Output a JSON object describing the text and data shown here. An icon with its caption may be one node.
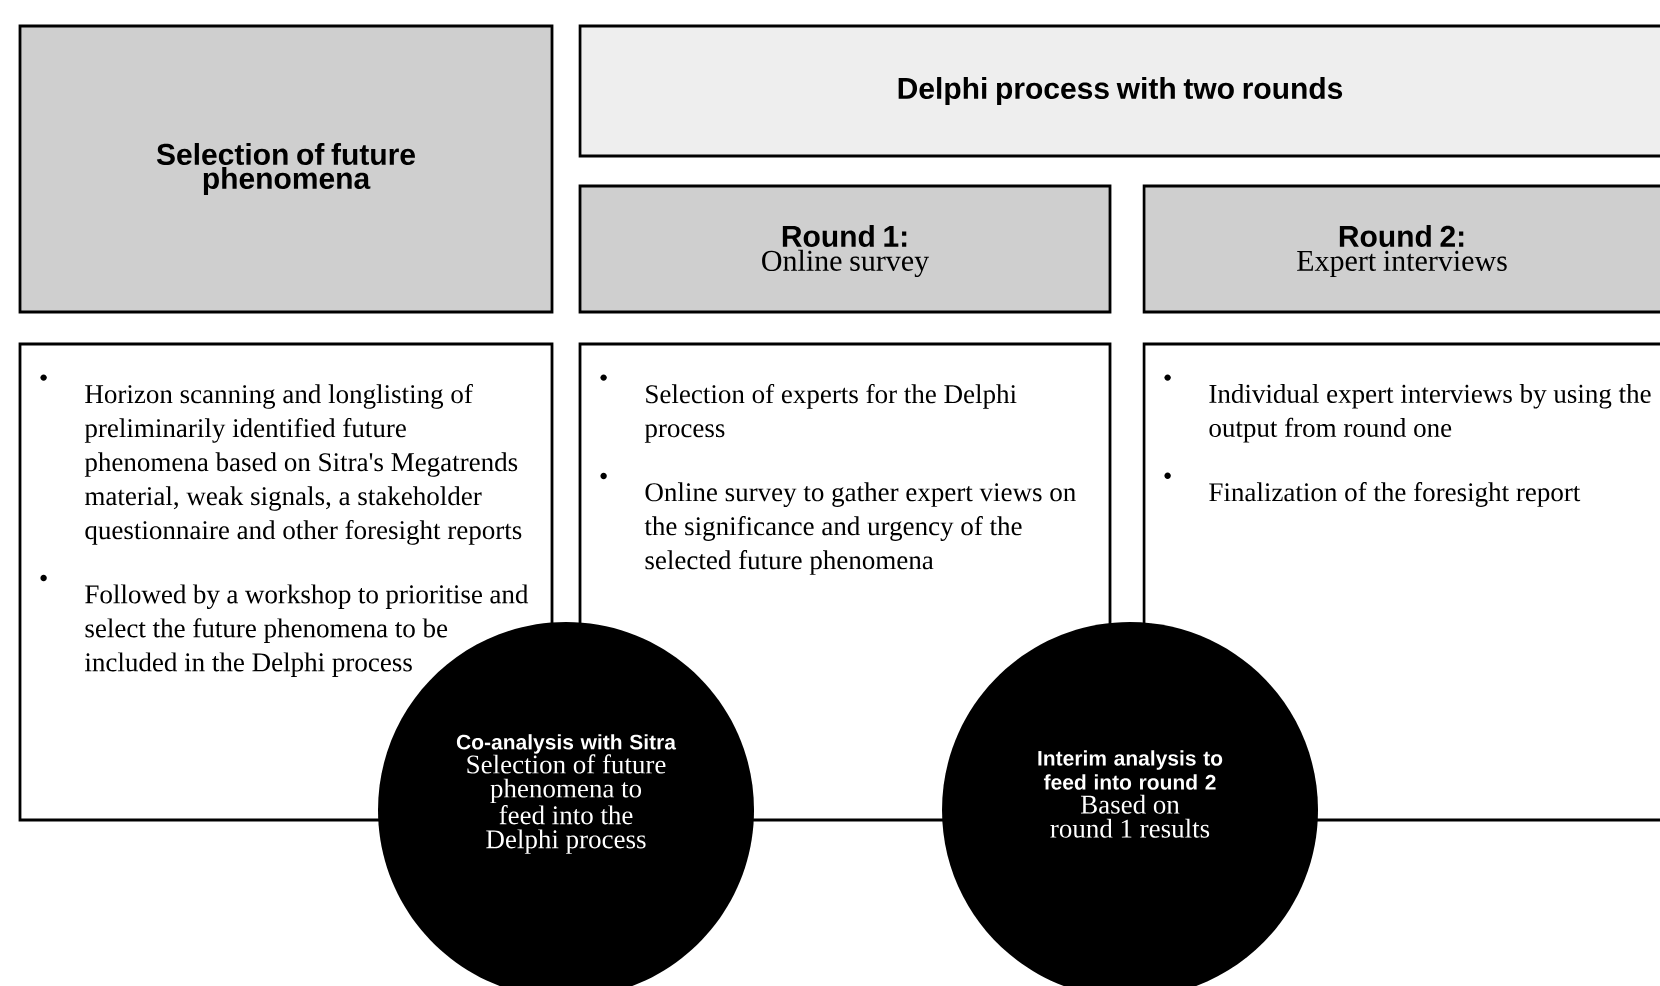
{
  "diagram": {
    "nodes": [
      {
        "text": [
          "Selection of future phenomena"
        ]
      },
      {
        "text": [
          "Delphi process with two rounds"
        ]
      },
      {
        "text": [
          "Round 1:",
          "Online survey"
        ]
      },
      {
        "text": [
          "Round 2:",
          "Expert interviews"
        ]
      },
      {
        "text": [
          "Horizon scanning and longlisting of preliminarily identified future phenomena based on Sitra's Megatrends material, weak signals, a stakeholder questionnaire and other foresight reports",
          "Followed by a workshop to prioritise and select the future phenomena to be included in the Delphi process"
        ]
      },
      {
        "text": [
          "Selection of experts for the Delphi process",
          "Online survey to gather expert views on the significance and urgency of the selected future phenomena"
        ]
      },
      {
        "text": [
          "Individual expert interviews by using the output from round one",
          "Finalization of the foresight report"
        ]
      },
      {
        "text": [
          "Co-analysis with Sitra",
          "Selection of future phenomena to feed into the Delphi process"
        ]
      },
      {
        "text": [
          "Interim analysis to feed into round 2",
          "Based on round 1 results"
        ]
      }
    ]
  }
}
